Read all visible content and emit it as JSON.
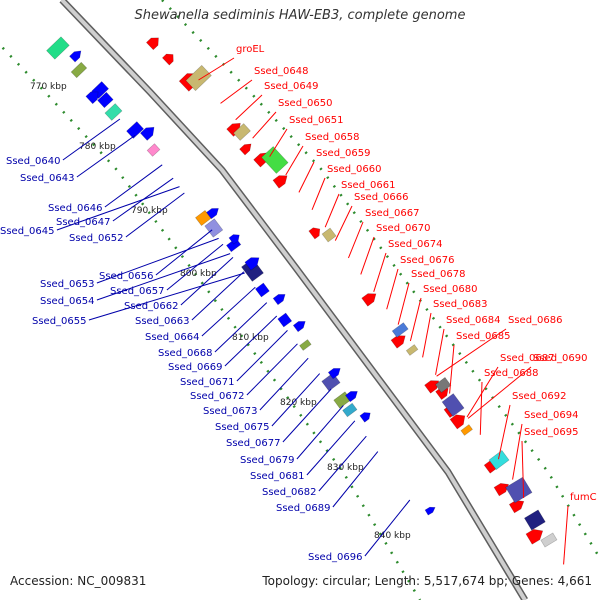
{
  "title": "Shewanella sediminis HAW-EB3, complete genome",
  "footer": {
    "accession": "Accession: NC_009831",
    "topology": "Topology: circular; Length: 5,517,674 bp; Genes: 4,661"
  },
  "colors": {
    "backbone": "#909090",
    "forward_gene": "#ff0000",
    "reverse_gene": "#0000ff",
    "right_label": "#ff0000",
    "left_label": "#0000aa",
    "ruler_dots": "#2e8b2e"
  },
  "ruler_labels": [
    "770 kbp",
    "780 kbp",
    "790 kbp",
    "800 kbp",
    "810 kbp",
    "820 kbp",
    "830 kbp",
    "840 kbp"
  ],
  "right_labels": [
    "groEL",
    "Ssed_0648",
    "Ssed_0649",
    "Ssed_0650",
    "Ssed_0651",
    "Ssed_0658",
    "Ssed_0659",
    "Ssed_0660",
    "Ssed_0661",
    "Ssed_0666",
    "Ssed_0667",
    "Ssed_0670",
    "Ssed_0674",
    "Ssed_0676",
    "Ssed_0678",
    "Ssed_0680",
    "Ssed_0683",
    "Ssed_0684",
    "Ssed_0686",
    "Ssed_0685",
    "Ssed_0687",
    "Ssed_0690",
    "Ssed_0688",
    "Ssed_0692",
    "Ssed_0694",
    "Ssed_0695",
    "fumC"
  ],
  "left_labels": [
    "Ssed_0640",
    "Ssed_0643",
    "Ssed_0646",
    "Ssed_0647",
    "Ssed_0645",
    "Ssed_0652",
    "Ssed_0653",
    "Ssed_0656",
    "Ssed_0657",
    "Ssed_0654",
    "Ssed_0655",
    "Ssed_0662",
    "Ssed_0663",
    "Ssed_0664",
    "Ssed_0668",
    "Ssed_0669",
    "Ssed_0671",
    "Ssed_0672",
    "Ssed_0673",
    "Ssed_0675",
    "Ssed_0677",
    "Ssed_0679",
    "Ssed_0681",
    "Ssed_0682",
    "Ssed_0689",
    "Ssed_0696"
  ]
}
